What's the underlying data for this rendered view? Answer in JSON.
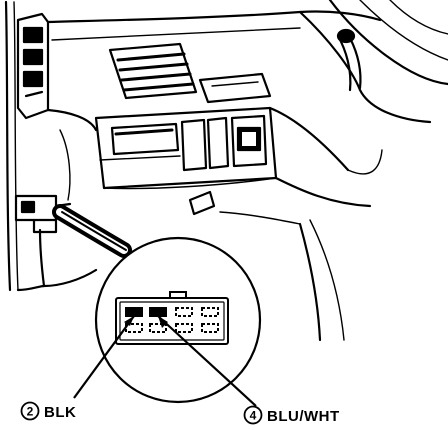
{
  "callouts": [
    {
      "number": "2",
      "label": "BLK"
    },
    {
      "number": "4",
      "label": "BLU/WHT"
    }
  ],
  "colors": {
    "ink": "#000000",
    "paper": "#ffffff"
  }
}
